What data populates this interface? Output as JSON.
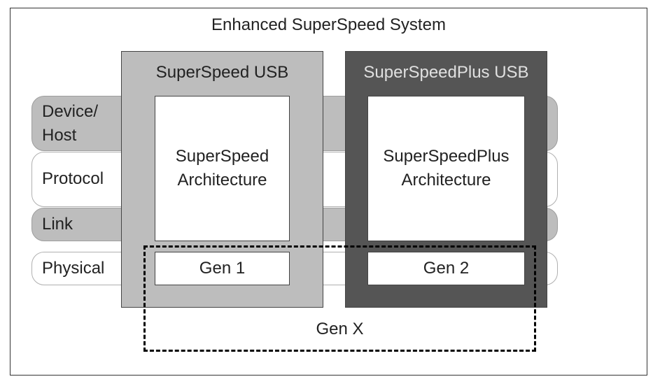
{
  "title": "Enhanced SuperSpeed System",
  "layers": {
    "device_host": [
      "Device/",
      "Host"
    ],
    "protocol": "Protocol",
    "link": "Link",
    "physical": "Physical"
  },
  "superspeed": {
    "title": "SuperSpeed USB",
    "architecture": [
      "SuperSpeed",
      "Architecture"
    ],
    "gen": "Gen 1"
  },
  "superspeedplus": {
    "title": "SuperSpeedPlus USB",
    "architecture": [
      "SuperSpeedPlus",
      "Architecture"
    ],
    "gen": "Gen 2"
  },
  "genx": "Gen X",
  "colors": {
    "layer_gray": "#bdbdbd",
    "superspeed_panel": "#bdbdbd",
    "superspeedplus_panel": "#555555",
    "superspeedplus_title": "#e0e0e0"
  }
}
